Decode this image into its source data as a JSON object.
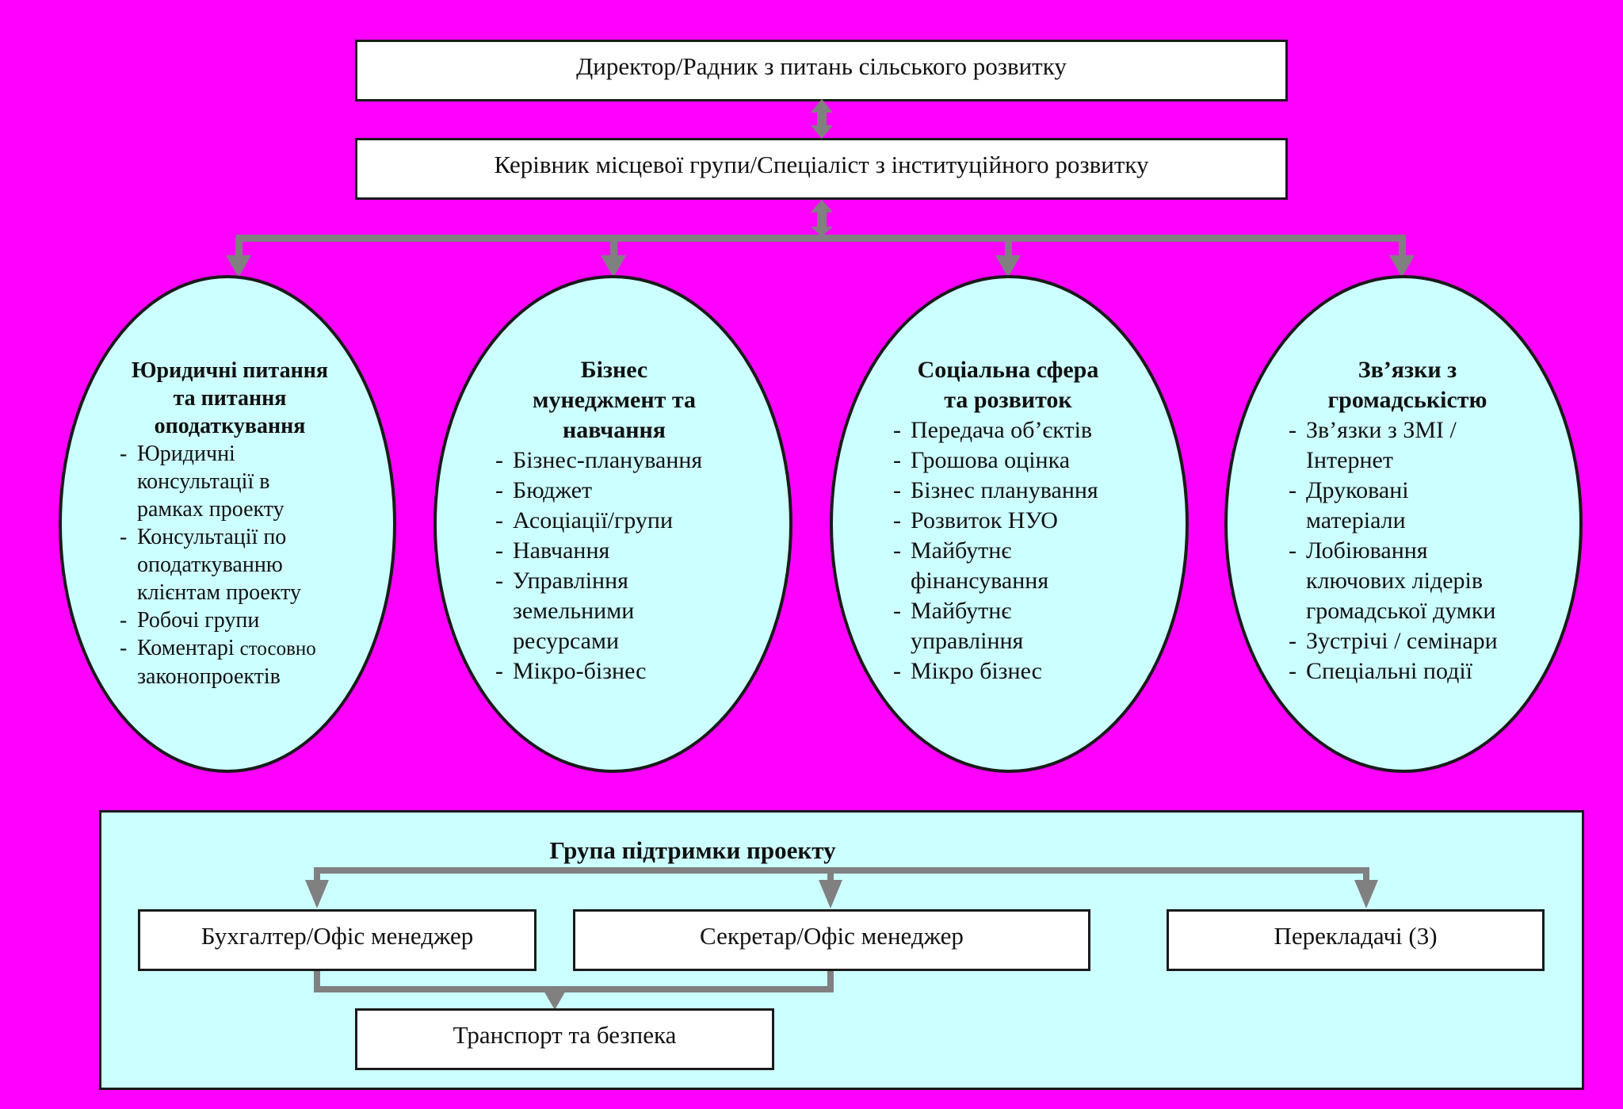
{
  "director": "Директор/Радник з питань сільського розвитку",
  "manager": "Керівник місцевої групи/Спеціаліст з інституційного розвитку",
  "divisions": [
    {
      "title": [
        "Юридичні питання",
        "та питання",
        "оподаткування"
      ],
      "items": [
        [
          "Юридичні",
          "консультації в",
          "рамках проекту"
        ],
        [
          "Консультації по",
          "оподаткуванню",
          "клієнтам проекту"
        ],
        [
          "Робочі групи"
        ],
        [
          "Коментарі ",
          "законопроектів"
        ]
      ],
      "item_small": "стосовно"
    },
    {
      "title": [
        "Бізнес",
        "мунеджмент та",
        "навчання"
      ],
      "items": [
        [
          "Бізнес-планування"
        ],
        [
          "Бюджет"
        ],
        [
          "Асоціації/групи"
        ],
        [
          "Навчання"
        ],
        [
          "Управління",
          "земельними",
          "ресурсами"
        ],
        [
          "Мікро-бізнес"
        ]
      ]
    },
    {
      "title": [
        "Соціальна сфера",
        "та розвиток"
      ],
      "items": [
        [
          "Передача об’єктів"
        ],
        [
          "Грошова оцінка"
        ],
        [
          "Бізнес планування"
        ],
        [
          "Розвиток НУО"
        ],
        [
          "Майбутнє",
          "фінансування"
        ],
        [
          "Майбутнє",
          "управління"
        ],
        [
          "Мікро бізнес"
        ]
      ]
    },
    {
      "title": [
        "Зв’язки з",
        "громадськістю"
      ],
      "items": [
        [
          "Зв’язки з ЗМІ /",
          "Інтернет"
        ],
        [
          "Друковані",
          "матеріали"
        ],
        [
          "Лобіювання",
          "ключових лідерів",
          "громадської думки"
        ],
        [
          "Зустрічі / семінари"
        ],
        [
          "Спеціальні події"
        ]
      ]
    }
  ],
  "support": {
    "title": "Група підтримки проекту",
    "accountant": "Бухгалтер/Офіс менеджер",
    "secretary": "Секретар/Офіс менеджер",
    "translators": "Перекладачі (3)",
    "transport": "Транспорт та безпека"
  },
  "colors": {
    "background": "#ff00ff",
    "fill": "#ccffff",
    "connector": "#808080"
  }
}
